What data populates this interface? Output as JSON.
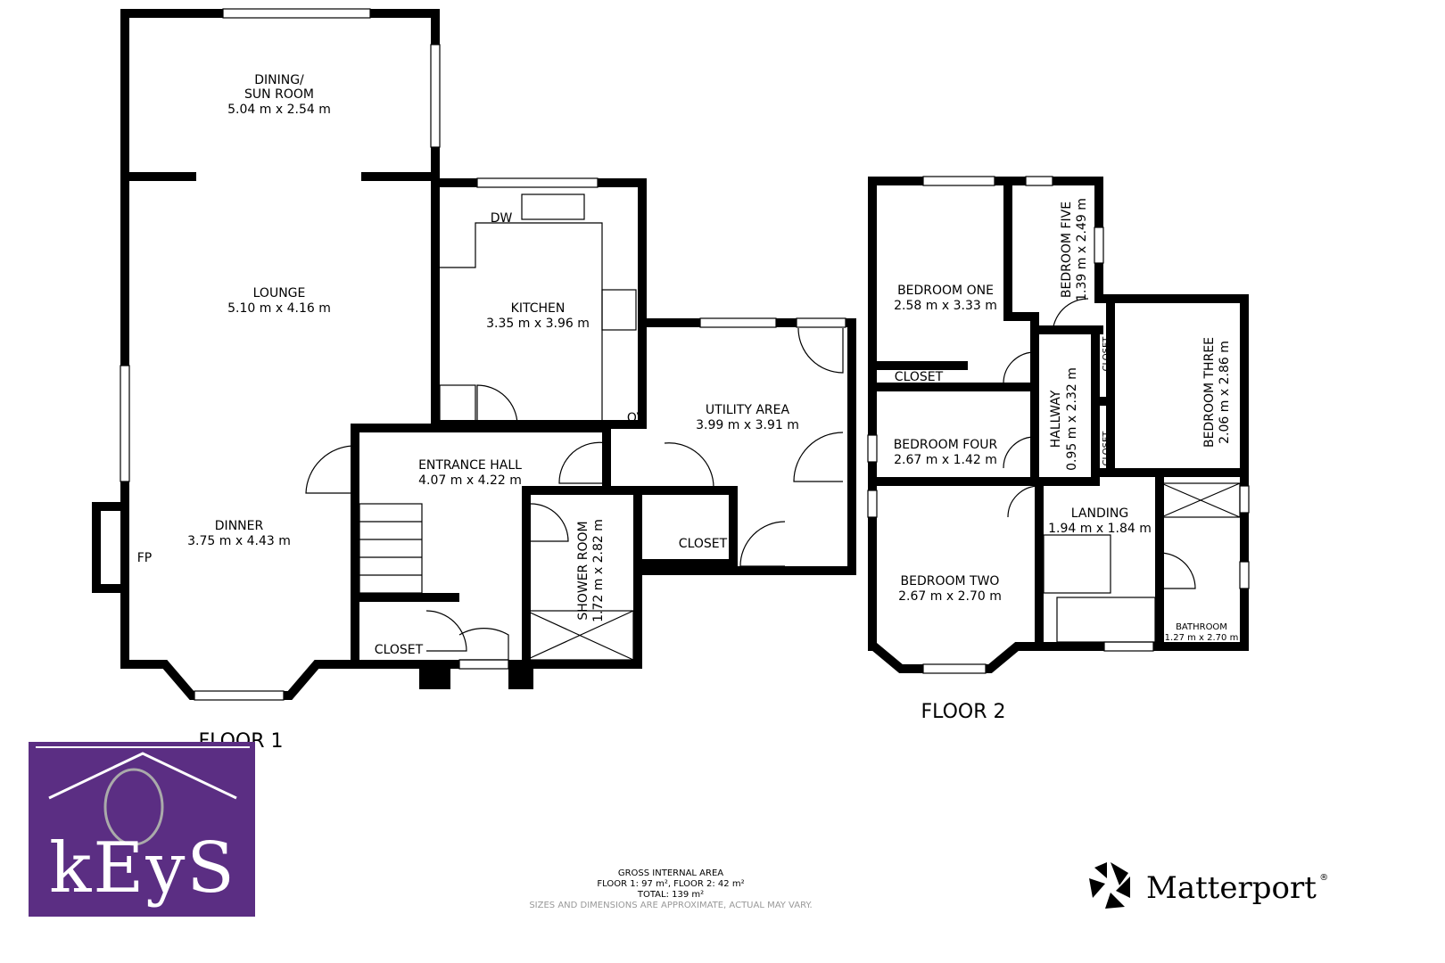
{
  "floor1": {
    "title": "FLOOR 1",
    "rooms": [
      {
        "name": "DINING/",
        "name2": "SUN ROOM",
        "dims": "5.04 m x 2.54 m"
      },
      {
        "name": "LOUNGE",
        "dims": "5.10 m x 4.16 m"
      },
      {
        "name": "KITCHEN",
        "dims": "3.35 m x 3.96 m"
      },
      {
        "name": "UTILITY AREA",
        "dims": "3.99 m x 3.91 m"
      },
      {
        "name": "ENTRANCE HALL",
        "dims": "4.07 m x 4.22 m"
      },
      {
        "name": "DINNER",
        "dims": "3.75 m x 4.43 m"
      },
      {
        "name": "SHOWER ROOM",
        "dims": "1.72 m x 2.82 m"
      },
      {
        "name": "CLOSET"
      },
      {
        "name": "CLOSET"
      }
    ],
    "fixtures": {
      "dw": "DW",
      "ov": "OV",
      "fp": "FP"
    }
  },
  "floor2": {
    "title": "FLOOR 2",
    "rooms": [
      {
        "name": "BEDROOM ONE",
        "dims": "2.58 m x 3.33 m"
      },
      {
        "name": "BEDROOM FIVE",
        "dims": "1.39 m x 2.49 m"
      },
      {
        "name": "BEDROOM THREE",
        "dims": "2.06 m x 2.86 m"
      },
      {
        "name": "HALLWAY",
        "dims": "0.95 m x 2.32 m"
      },
      {
        "name": "CLOSET"
      },
      {
        "name": "BEDROOM FOUR",
        "dims": "2.67 m x 1.42 m"
      },
      {
        "name": "LANDING",
        "dims": "1.94 m x 1.84 m"
      },
      {
        "name": "BEDROOM TWO",
        "dims": "2.67 m x 2.70 m"
      },
      {
        "name": "BATHROOM",
        "dims": "1.27 m x 2.70 m"
      },
      {
        "name": "CLOSET"
      },
      {
        "name": "CLOSET"
      }
    ]
  },
  "footer": {
    "line1": "GROSS INTERNAL AREA",
    "line2": "FLOOR 1: 97 m², FLOOR 2: 42 m²",
    "line3": "TOTAL: 139 m²",
    "disclaimer": "SIZES AND DIMENSIONS ARE APPROXIMATE, ACTUAL MAY VARY."
  },
  "logo": {
    "agent": "KEYS",
    "color": "#5b2e83"
  },
  "brand": {
    "name": "Matterport",
    "mark": "®"
  }
}
